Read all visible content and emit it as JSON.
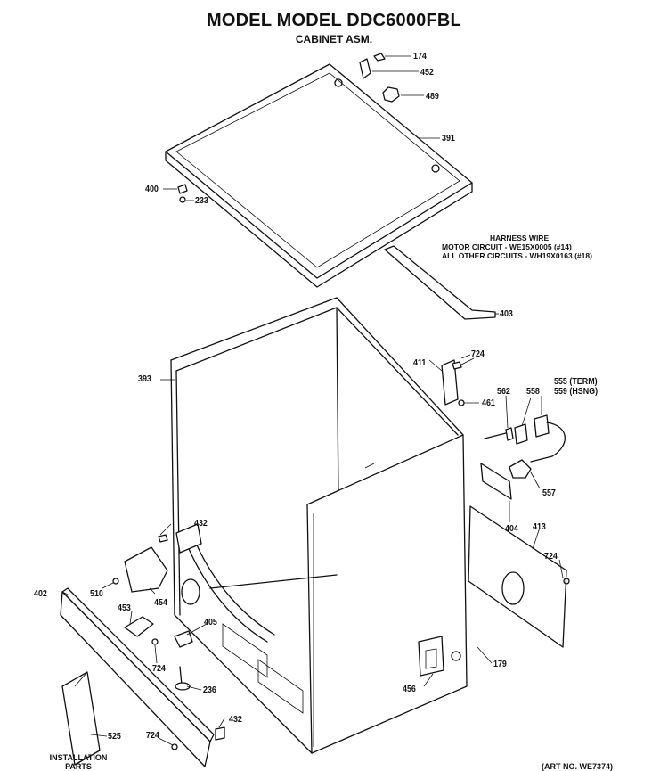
{
  "header": {
    "title": "MODEL MODEL DDC6000FBL",
    "subtitle": "CABINET ASM."
  },
  "harness_note": {
    "title": "HARNESS WIRE",
    "line1": "MOTOR CIRCUIT - WE15X0005 (#14)",
    "line2": "ALL OTHER CIRCUITS - WH19X0163 (#18)"
  },
  "callouts": {
    "c174": "174",
    "c452": "452",
    "c489": "489",
    "c391": "391",
    "c400": "400",
    "c233": "233",
    "c403": "403",
    "c724a": "724",
    "c411": "411",
    "c393": "393",
    "c461": "461",
    "c562": "562",
    "c558": "558",
    "c555": "555 (TERM)",
    "c559": "559 (HSNG)",
    "c557": "557",
    "c404": "404",
    "c413": "413",
    "c724b": "724",
    "c432a": "432",
    "c510": "510",
    "c454": "454",
    "c402": "402",
    "c453": "453",
    "c405": "405",
    "c724c": "724",
    "c236": "236",
    "c456": "456",
    "c179": "179",
    "c432b": "432",
    "c525": "525",
    "c724d": "724"
  },
  "installation": {
    "line1": "INSTALLATION",
    "line2": "PARTS"
  },
  "art_number": "(ART NO. WE7374)"
}
